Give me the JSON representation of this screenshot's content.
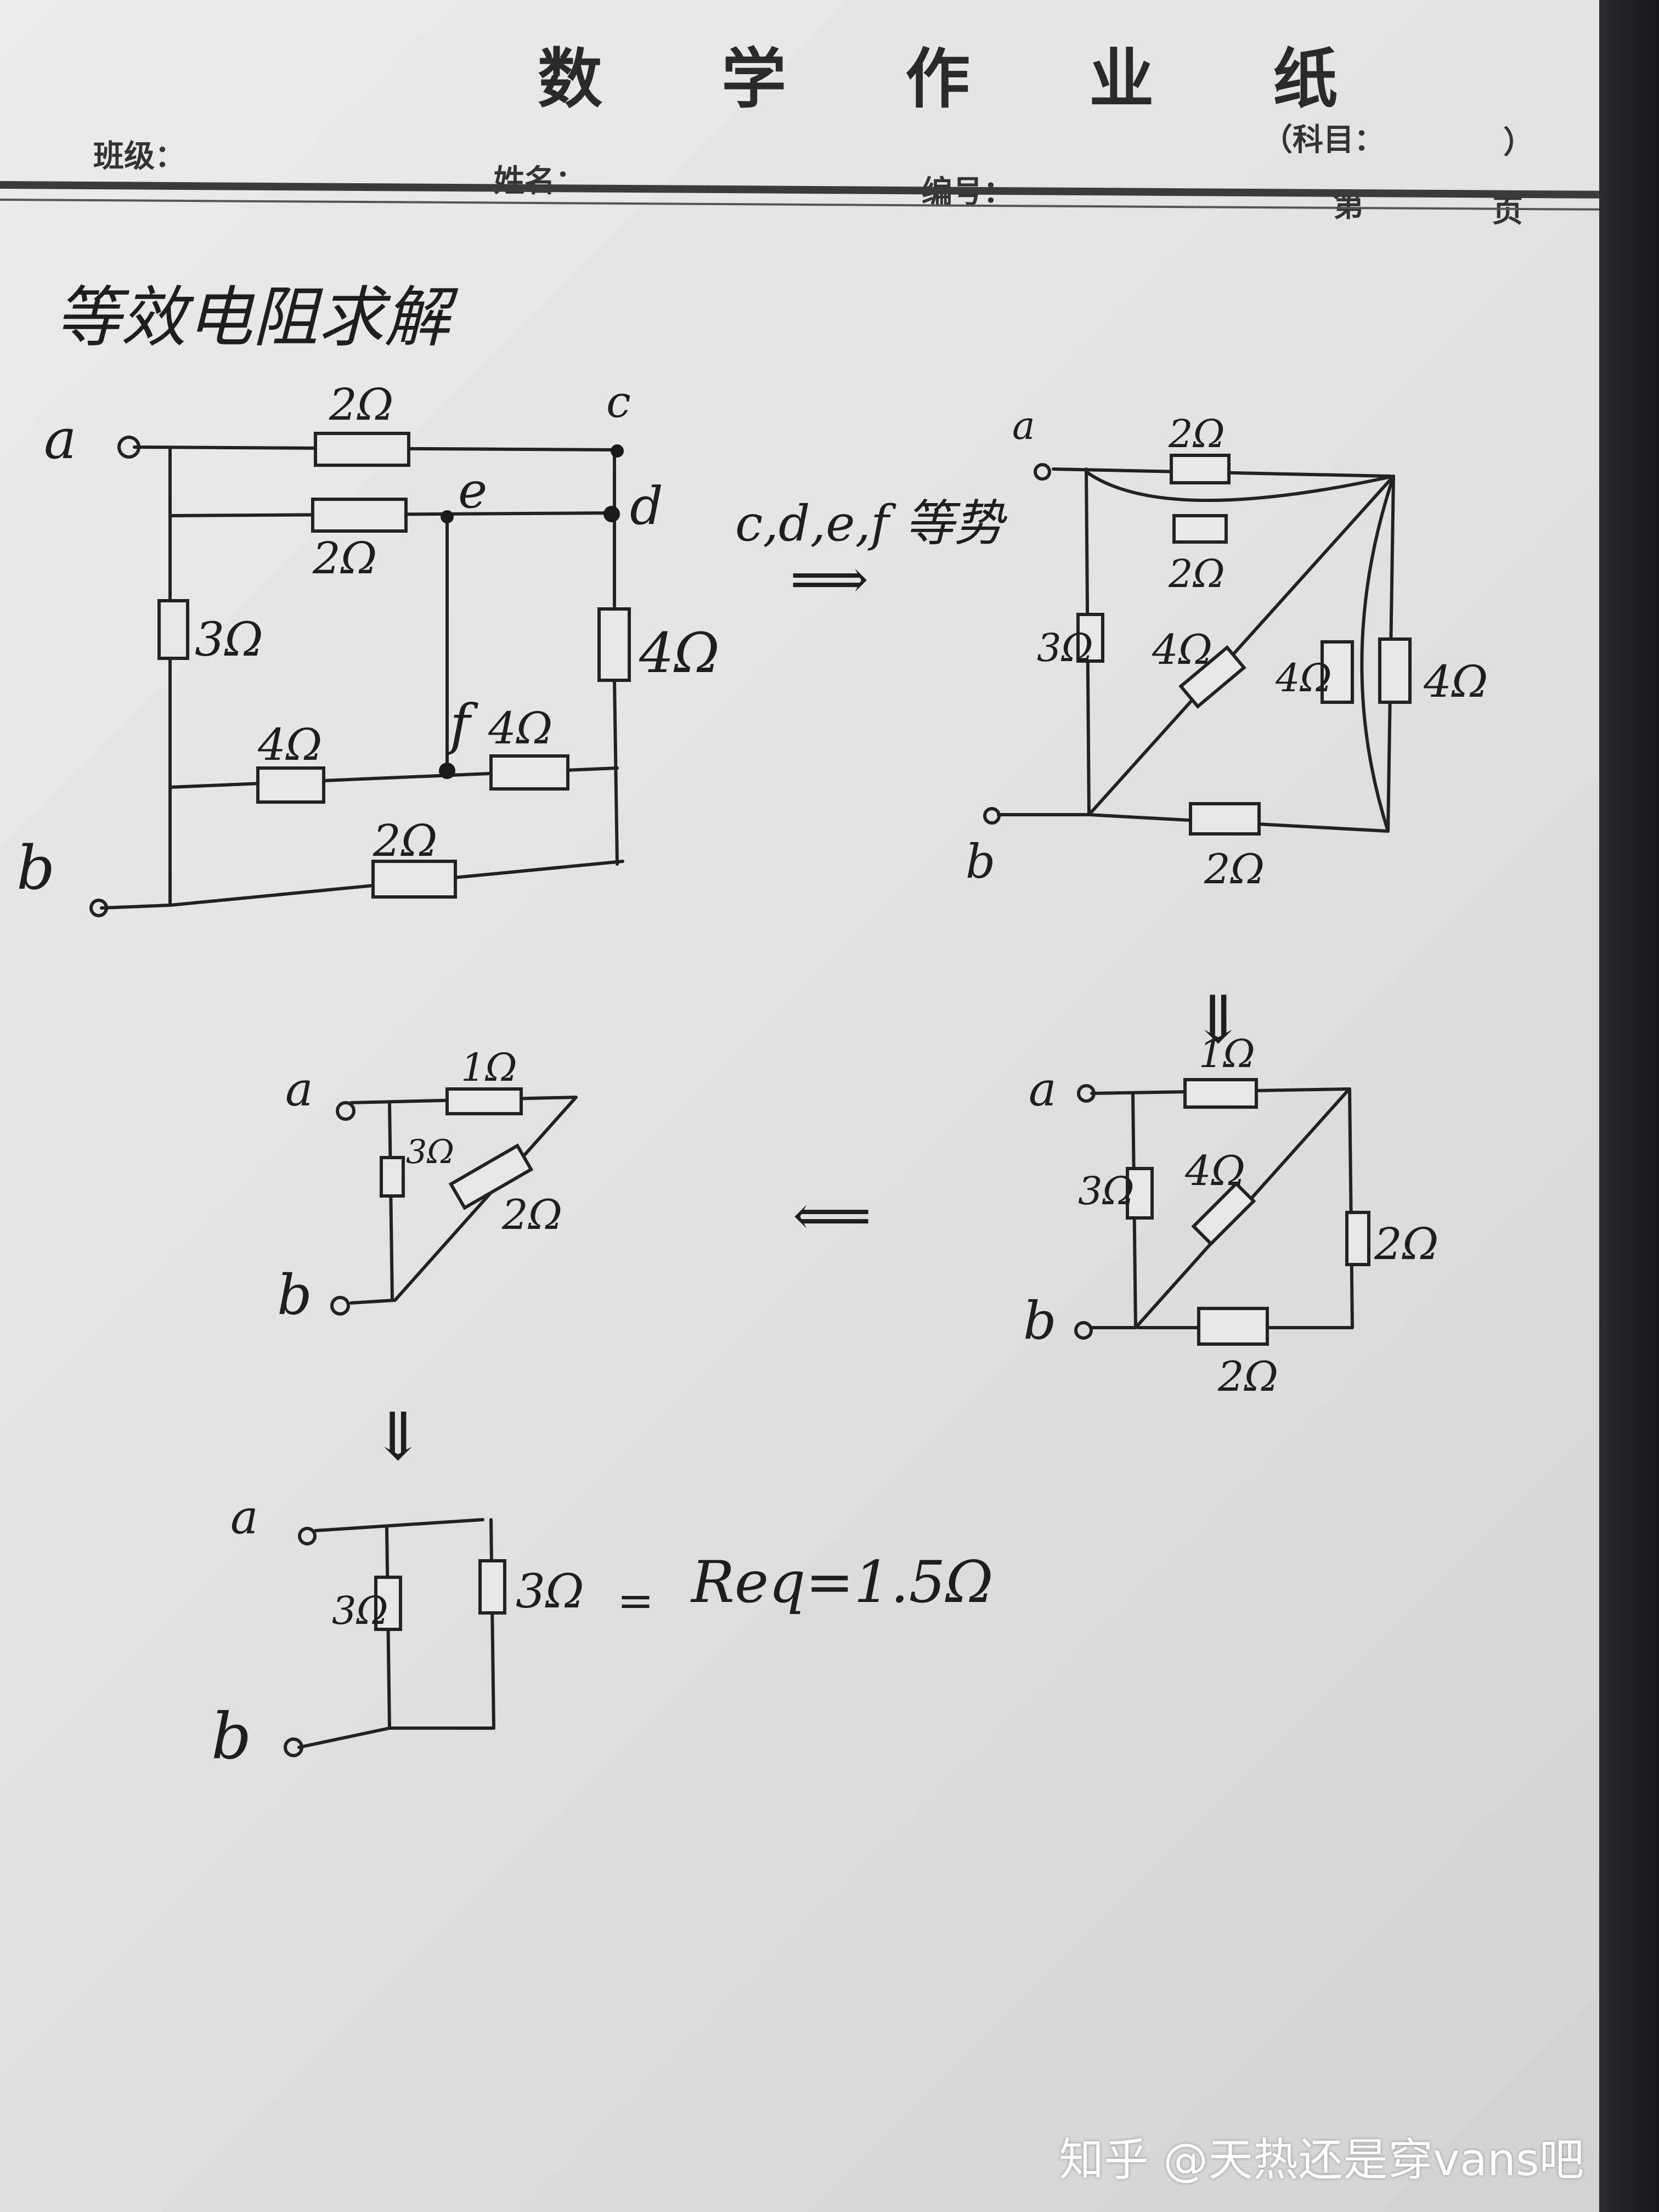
{
  "header": {
    "title": "数 学 作 业 纸",
    "class_label": "班级：",
    "name_label": "姓名：",
    "number_label": "编号：",
    "subject_label": "（科目：",
    "subject_close": "）",
    "page_prefix": "第",
    "page_suffix": "页"
  },
  "note": {
    "heading": "等效电阻求解",
    "equipotential": "c,d,e,f 等势",
    "arrow_right": "⟹",
    "arrow_down": "⇓",
    "arrow_left": "⟸",
    "result_equals": "=",
    "result": "Req=1.5Ω"
  },
  "circuit1": {
    "node_a": "a",
    "node_b": "b",
    "node_c": "c",
    "node_d": "d",
    "node_e": "e",
    "node_f": "f",
    "r_top": "2Ω",
    "r_mid": "2Ω",
    "r_left": "3Ω",
    "r_right": "4Ω",
    "r_bottom_left": "4Ω",
    "r_bottom_right": "4Ω",
    "r_bottom": "2Ω"
  },
  "circuit2": {
    "node_a": "a",
    "node_b": "b",
    "r_top1": "2Ω",
    "r_top2": "2Ω",
    "r_left": "3Ω",
    "r_diag": "4Ω",
    "r_right1": "4Ω",
    "r_right2": "4Ω",
    "r_bottom": "2Ω"
  },
  "circuit3": {
    "node_a": "a",
    "node_b": "b",
    "r_top": "1Ω",
    "r_left": "3Ω",
    "r_diag": "4Ω",
    "r_right": "2Ω",
    "r_bottom": "2Ω"
  },
  "circuit4": {
    "node_a": "a",
    "node_b": "b",
    "r_top": "1Ω",
    "r_left": "3Ω",
    "r_diag": "2Ω"
  },
  "circuit5": {
    "node_a": "a",
    "node_b": "b",
    "r_left": "3Ω",
    "r_right": "3Ω"
  },
  "watermark": "知乎 @天热还是穿vans吧"
}
